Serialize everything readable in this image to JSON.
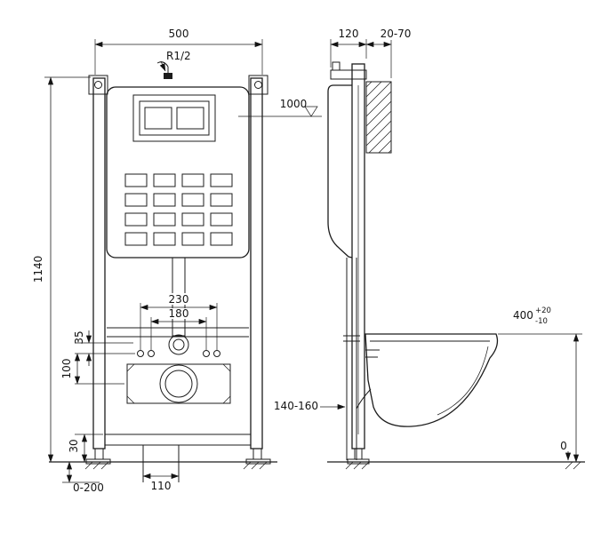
{
  "drawing": {
    "labels": {
      "frame_width": "500",
      "inlet_thread": "R1/2",
      "water_level": "1000",
      "frame_height": "1140",
      "span_outer": "230",
      "span_inner": "180",
      "offset_small": "35",
      "offset_mid": "100",
      "base_height": "30",
      "foot_range": "0-200",
      "drain_width": "110",
      "frame_depth": "120",
      "wall_thickness": "20-70",
      "bowl_height": "400",
      "bowl_tol_plus": "+20",
      "bowl_tol_minus": "-10",
      "outlet_range": "140-160",
      "floor_level": "0"
    },
    "line_color": "#1c1c1c",
    "background": "#ffffff"
  }
}
